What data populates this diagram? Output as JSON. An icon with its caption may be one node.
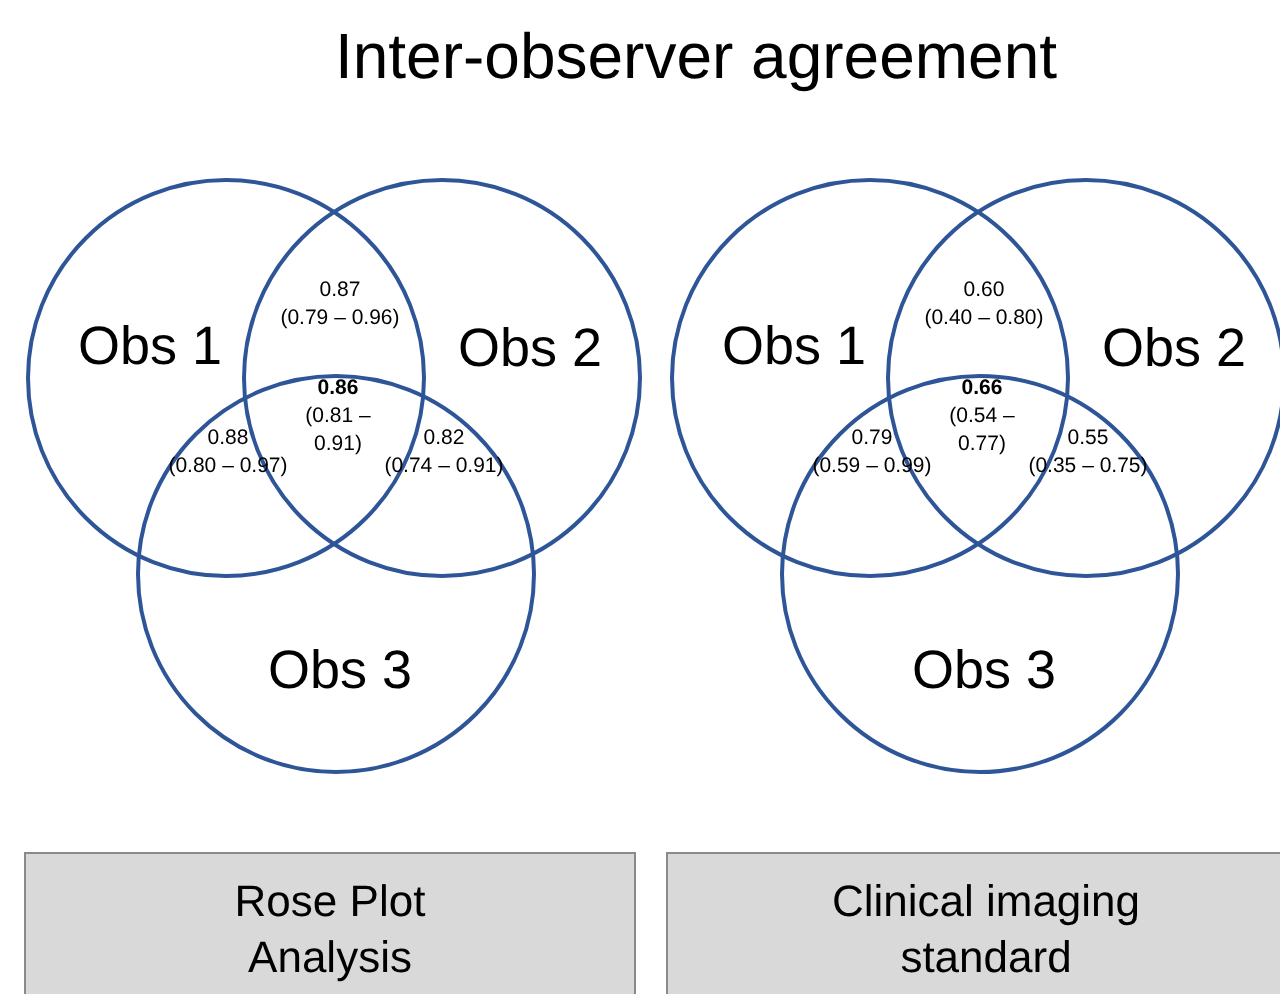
{
  "diagram": {
    "title": "Inter-observer agreement",
    "nodes": [
      {
        "text": [
          "Obs 1"
        ]
      },
      {
        "text": [
          "Obs 2"
        ]
      },
      {
        "text": [
          "Obs 3"
        ]
      },
      {
        "text": [
          "Obs 1"
        ]
      },
      {
        "text": [
          "Obs 2"
        ]
      },
      {
        "text": [
          "Obs 3"
        ]
      },
      {
        "text": [
          "Rose Plot Analysis"
        ]
      },
      {
        "text": [
          "Clinical imaging standard"
        ]
      }
    ],
    "labels": [
      "0.87 (0.79 – 0.96)",
      "**0.86** (0.81 – 0.91)",
      "0.88 (0.80 – 0.97)",
      "0.82 (0.74 – 0.91)",
      "0.60 (0.40 – 0.80)",
      "**0.66** (0.54 – 0.77)",
      "0.79 (0.59 – 0.99)",
      "0.55 (0.35 – 0.75)"
    ]
  }
}
